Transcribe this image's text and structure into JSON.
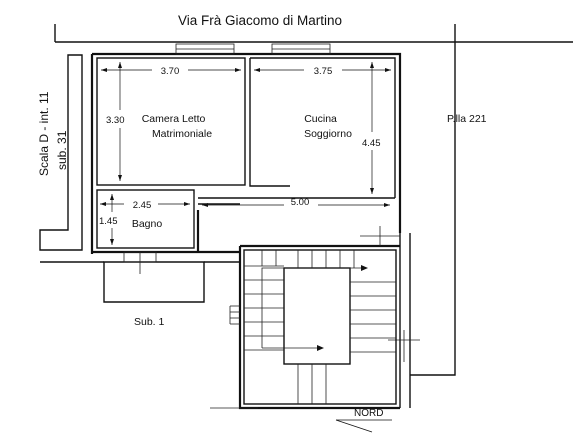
{
  "street": "Via Frà Giacomo di Martino",
  "side_label_line1": "Scala D - int. 11",
  "side_label_line2": "sub. 31",
  "parcel": "P.lla 221",
  "sub_label": "Sub. 1",
  "north_label": "NORD",
  "rooms": {
    "bedroom_line1": "Camera Letto",
    "bedroom_line2": "Matrimoniale",
    "kitchen_line1": "Cucina",
    "kitchen_line2": "Soggiorno",
    "bathroom": "Bagno"
  },
  "dimensions": {
    "bedroom_width": "3.70",
    "kitchen_width": "3.75",
    "bedroom_height": "3.30",
    "kitchen_height": "4.45",
    "bath_width": "2.45",
    "bath_height": "1.45",
    "corridor_length": "5.00"
  }
}
